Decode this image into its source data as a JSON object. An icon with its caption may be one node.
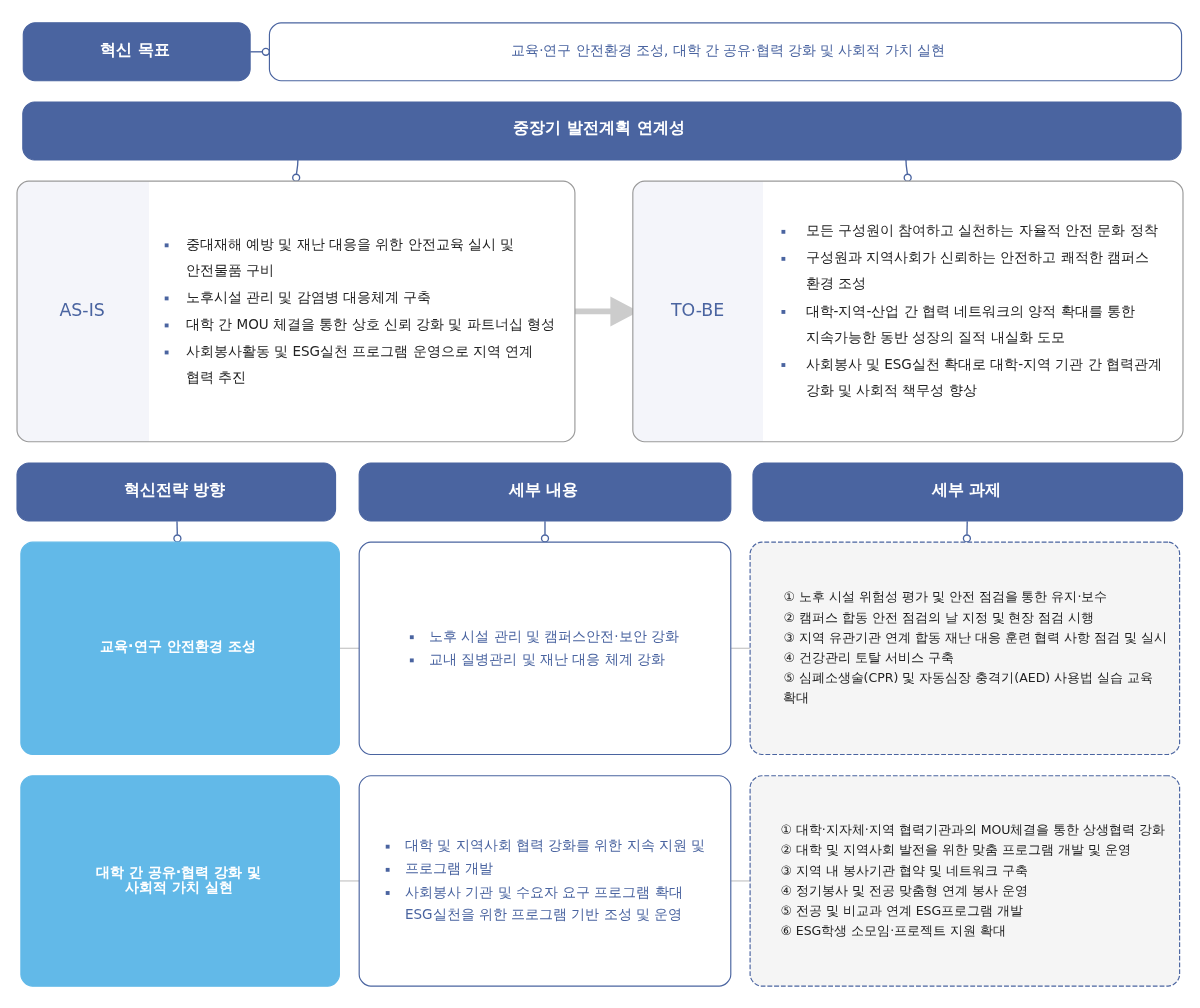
{
  "diagram": {
    "nodes": [
      {
        "text": [
          "혁신 목표"
        ]
      },
      {
        "text": [
          "교육·연구 안전환경 조성, 대학 간 공유·협력 강화 및 사회적 가치 실현"
        ]
      },
      {
        "text": [
          "중장기 발전계획 연계성"
        ]
      },
      {
        "text": [
          "AS-IS",
          "중대재해 예방 및 재난 대응을 위한 안전교육 실시 및 안전물품 구비",
          "노후시설 관리 및 감염병 대응체계 구축",
          "대학 간 MOU 체결을 통한 상호 신뢰 강화 및 파트너십 형성",
          "사회봉사활동 및 ESG실천 프로그램 운영으로 지역 연계 협력 추진"
        ]
      },
      {
        "text": [
          "TO-BE",
          "모든 구성원이 참여하고 실천하는 자율적 안전 문화 정착",
          "구성원과 지역사회가 신뢰하는 안전하고 쾌적한 캠퍼스 환경 조성",
          "대학-지역-산업 간 협력 네트워크의 양적 확대를 통한 지속가능한 동반 성장의 질적 내실화 도모",
          "사회봉사 및 ESG실천 확대로 대학-지역 기관 간 협력관계 강화 및 사회적 책무성 향상"
        ]
      },
      {
        "text": [
          "혁신전략 방향"
        ]
      },
      {
        "text": [
          "세부 내용"
        ]
      },
      {
        "text": [
          "세부 과제"
        ]
      },
      {
        "text": [
          "교육·연구 안전환경 조성"
        ]
      },
      {
        "text": [
          "노후 시설 관리 및 캠퍼스안전·보안 강화",
          "교내 질병관리 및 재난 대응 체계 강화"
        ]
      },
      {
        "text": [
          "① 노후 시설 위험성 평가 및 안전 점검을 통한 유지·보수",
          "② 캠퍼스 합동 안전 점검의 날 지정 및 현장 점검 시행",
          "③ 지역 유관기관 연계 합동 재난 대응 훈련 협력 사항 점검 및 실시",
          "④ 건강관리 토탈 서비스 구축",
          "⑤ 심폐소생술(CPR) 및 자동심장 충격기(AED) 사용법 실습 교육 확대"
        ]
      },
      {
        "text": [
          "대학 간 공유·협력 강화 및 사회적 가치 실현"
        ]
      },
      {
        "text": [
          "대학 및 지역사회 협력 강화를 위한 지속 지원 및",
          "프로그램 개발",
          "사회봉사 기관 및 수요자 요구 프로그램 확대 ESG실천을 위한 프로그램 기반 조성 및 운영"
        ]
      },
      {
        "text": [
          "① 대학·지자체·지역 협력기관과의 MOU체결을 통한 상생협력 강화",
          "② 대학 및 지역사회 발전을 위한 맞춤 프로그램 개발 및 운영",
          "③ 지역 내 봉사기관 협약 및 네트워크 구축",
          "④ 정기봉사 및 전공 맞춤형 연계 봉사 운영",
          "⑤ 전공 및 비교과 연계 ESG프로그램 개발",
          "⑥ ESG학생 소모임·프로젝트 지원 확대"
        ]
      }
    ],
    "edges": [
      {
        "from": 0,
        "to": 1,
        "arrow": "other"
      },
      {
        "from": 2,
        "to": 3,
        "arrow": "other"
      },
      {
        "from": 2,
        "to": 4,
        "arrow": "other"
      },
      {
        "from": 3,
        "to": 4,
        "arrow": "to",
        "style": "thick",
        "color": "#cccccc"
      },
      {
        "from": 5,
        "to": 8,
        "arrow": "other"
      },
      {
        "from": 6,
        "to": 9,
        "arrow": "other"
      },
      {
        "from": 7,
        "to": 10,
        "arrow": "other"
      },
      {
        "from": 8,
        "to": 9,
        "arrow": "none",
        "color": "#cccccc"
      },
      {
        "from": 9,
        "to": 10,
        "arrow": "none",
        "color": "#cccccc"
      },
      {
        "from": 11,
        "to": 12,
        "arrow": "none",
        "color": "#cccccc"
      },
      {
        "from": 12,
        "to": 13,
        "arrow": "none",
        "color": "#cccccc"
      }
    ]
  }
}
